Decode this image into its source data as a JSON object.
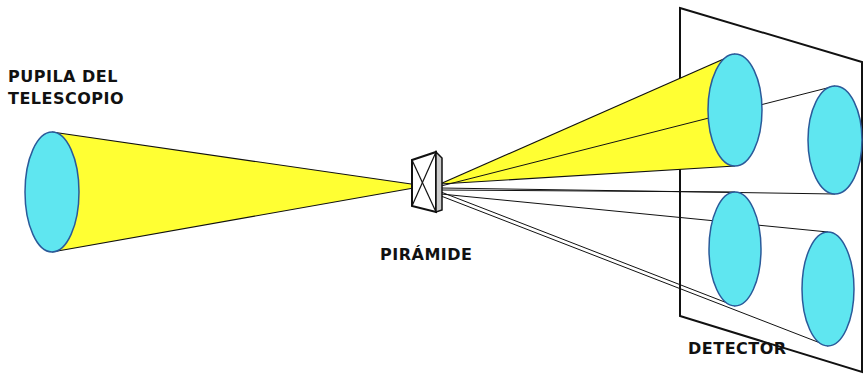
{
  "diagram": {
    "labels": [
      "PUPILA DEL TELESCOPIO",
      "PIRÁMIDE",
      "DETECTOR"
    ]
  }
}
